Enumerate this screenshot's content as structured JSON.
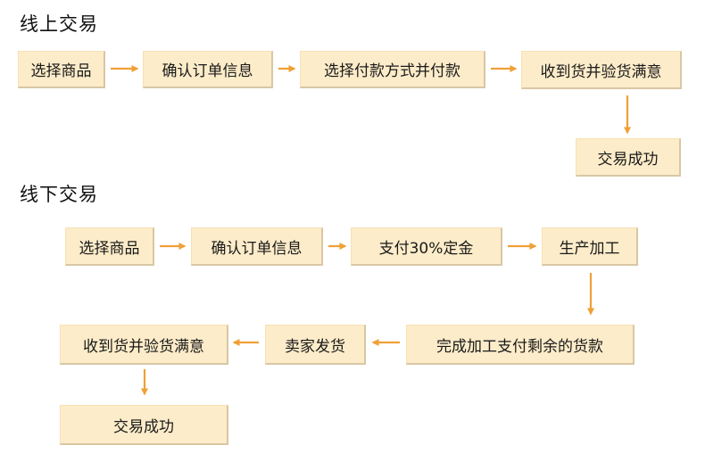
{
  "online": {
    "title": "线上交易",
    "steps": [
      "选择商品",
      "确认订单信息",
      "选择付款方式并付款",
      "收到货并验货满意",
      "交易成功"
    ]
  },
  "offline": {
    "title": "线下交易",
    "steps": [
      "选择商品",
      "确认订单信息",
      "支付30%定金",
      "生产加工",
      "完成加工支付剩余的货款",
      "卖家发货",
      "收到货并验货满意",
      "交易成功"
    ]
  },
  "colors": {
    "box_fill": "#fdecc9",
    "box_shadow": "#d9c7a4",
    "arrow": "#f0a036"
  }
}
